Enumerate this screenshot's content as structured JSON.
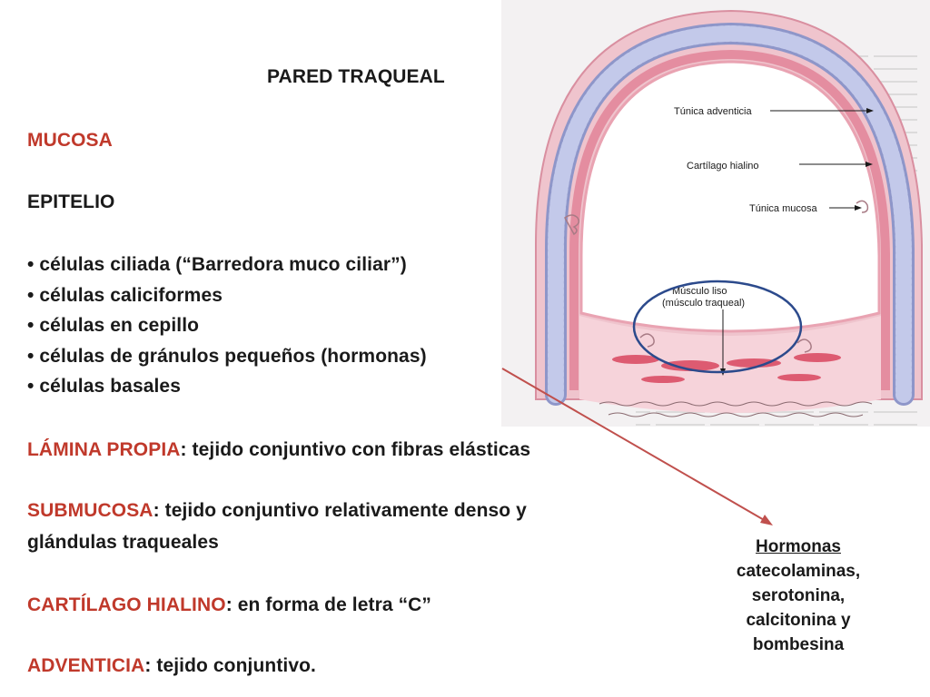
{
  "slide": {
    "title": "PARED TRAQUEAL",
    "mucosa": "MUCOSA",
    "epitelio": "EPITELIO",
    "bullets": [
      "• células ciliada (“Barredora muco ciliar”)",
      "• células caliciformes",
      "• células en cepillo",
      "• células de gránulos pequeños (hormonas)",
      "• células basales"
    ],
    "lamina": {
      "term": "LÁMINA PROPIA",
      "desc": ":  tejido conjuntivo con fibras elásticas"
    },
    "submucosa": {
      "term": "SUBMUCOSA",
      "desc": ": tejido conjuntivo relativamente denso y",
      "desc2": "glándulas traqueales"
    },
    "cartilago": {
      "term": "CARTÍLAGO HIALINO",
      "desc": ": en forma de letra “C”"
    },
    "adventicia": {
      "term": "ADVENTICIA",
      "desc": ": tejido conjuntivo."
    }
  },
  "figure": {
    "labels": {
      "adventicia": "Túnica adventicia",
      "cartilago": "Cartílago hialino",
      "mucosa": "Túnica mucosa",
      "musculo_1": "Músculo liso",
      "musculo_2": "(músculo traqueal)"
    }
  },
  "hormones": {
    "heading": "Hormonas",
    "lines": [
      "catecolaminas,",
      "serotonina,",
      "calcitonina y",
      "bombesina"
    ]
  },
  "colors": {
    "accent_red": "#c0392b",
    "ellipse_blue": "#2c4a8c",
    "arrow_red": "#c0504d",
    "tissue_pink": "#e7a7b4",
    "cartilage_lavender": "#bcc3e6"
  }
}
